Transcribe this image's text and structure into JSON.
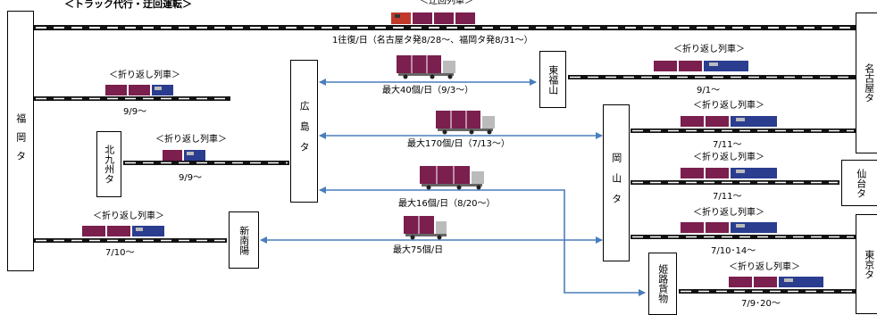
{
  "title": "＜トラック代行・迂回運転＞",
  "stations": {
    "fukuoka": "福岡タ",
    "hiroshima": "広島タ",
    "higashi_fukuyama": "東福山",
    "okayama": "岡山タ",
    "kitakyushu": "北九州タ",
    "shinnanyo": "新南陽",
    "himeji": "姫路貨物",
    "nagoya": "名古屋タ",
    "sendai": "仙台タ",
    "tokyo": "東京タ"
  },
  "detour_train": {
    "label": "＜迂回列車＞",
    "note": "1往復/日（名古屋タ発8/28～、福岡タ発8/31～）"
  },
  "truck_routes": [
    {
      "label": "最大40個/日（9/3～）"
    },
    {
      "label": "最大170個/日（7/13～）"
    },
    {
      "label": "最大16個/日（8/20～）"
    },
    {
      "label": "最大75個/日"
    }
  ],
  "turnback_trains": [
    {
      "label": "＜折り返し列車＞",
      "date": "9/9～"
    },
    {
      "label": "＜折り返し列車＞",
      "date": "9/9～"
    },
    {
      "label": "＜折り返し列車＞",
      "date": "7/10～"
    },
    {
      "label": "＜折り返し列車＞",
      "date": "9/1～"
    },
    {
      "label": "＜折り返し列車＞",
      "date": "7/11～"
    },
    {
      "label": "＜折り返し列車＞",
      "date": "7/11～"
    },
    {
      "label": "＜折り返し列車＞",
      "date": "7/10･14～"
    },
    {
      "label": "＜折り返し列車＞",
      "date": "7/9･20～"
    }
  ],
  "colors": {
    "arrow": "#4a7ebb",
    "container": "#7a1f4e",
    "locomotive_blue": "#2b3d8f",
    "locomotive_red": "#c0392b",
    "rail": "#111111"
  }
}
